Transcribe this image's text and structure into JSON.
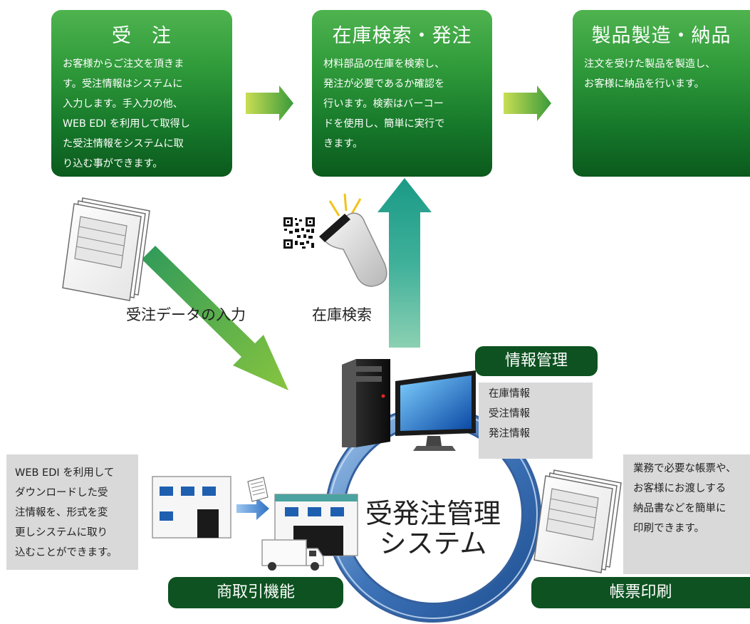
{
  "steps": [
    {
      "title": "受　注",
      "lines": [
        "お客様からご注文を頂きま",
        "す。受注情報はシステムに",
        "入力します。手入力の他、",
        "WEB EDI を利用して取得し",
        "た受注情報をシステムに取",
        "り込む事ができます。"
      ]
    },
    {
      "title": "在庫検索・発注",
      "lines": [
        "材料部品の在庫を検索し、",
        "発注が必要であるか確認を",
        "行います。検索はバーコー",
        "ドを使用し、簡単に実行で",
        "きます。"
      ]
    },
    {
      "title": "製品製造・納品",
      "lines": [
        "注文を受けた製品を製造し、",
        "お客様に納品を行います。"
      ]
    }
  ],
  "labels": {
    "order_input": "受注データの入力",
    "inventory_search": "在庫検索"
  },
  "info": {
    "title": "情報管理",
    "items": [
      "在庫情報",
      "受注情報",
      "発注情報"
    ]
  },
  "system": {
    "line1": "受発注管理",
    "line2": "システム"
  },
  "commerce": {
    "title": "商取引機能",
    "lines": [
      "WEB EDI を利用して",
      "ダウンロードした受",
      "注情報を、形式を変",
      "更しシステムに取り",
      "込むことができます。"
    ]
  },
  "forms": {
    "title": "帳票印刷",
    "lines": [
      "業務で必要な帳票や、",
      "お客様にお渡しする",
      "納品書などを簡単に",
      "印刷できます。"
    ]
  },
  "colors": {
    "card_green_dark": "#0b5a1d",
    "card_green_light": "#4fb34f",
    "label_box": "#0d5220",
    "info_panel": "#d9d9d9",
    "up_arrow": "#26a98f",
    "ring_blue": "#3f74b8"
  }
}
